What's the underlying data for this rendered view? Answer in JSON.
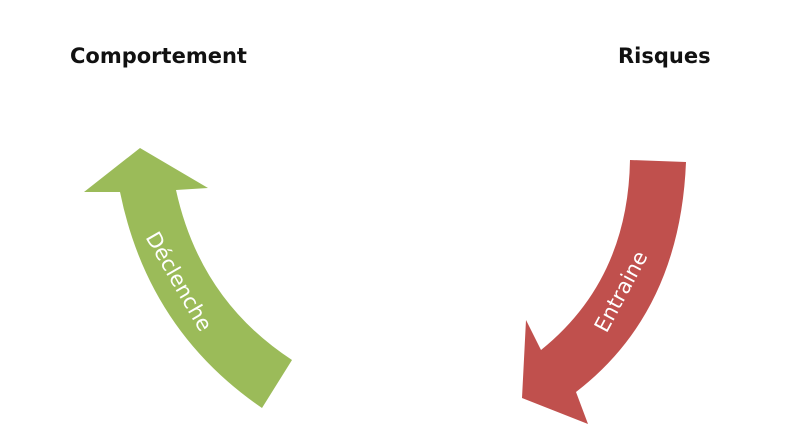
{
  "titles": {
    "left": "Comportement",
    "right": "Risques"
  },
  "arrows": {
    "left": {
      "label": "Déclenche",
      "color": "#9BBB59",
      "direction": "up"
    },
    "right": {
      "label": "Entraine",
      "color": "#C0504D",
      "direction": "down"
    }
  }
}
